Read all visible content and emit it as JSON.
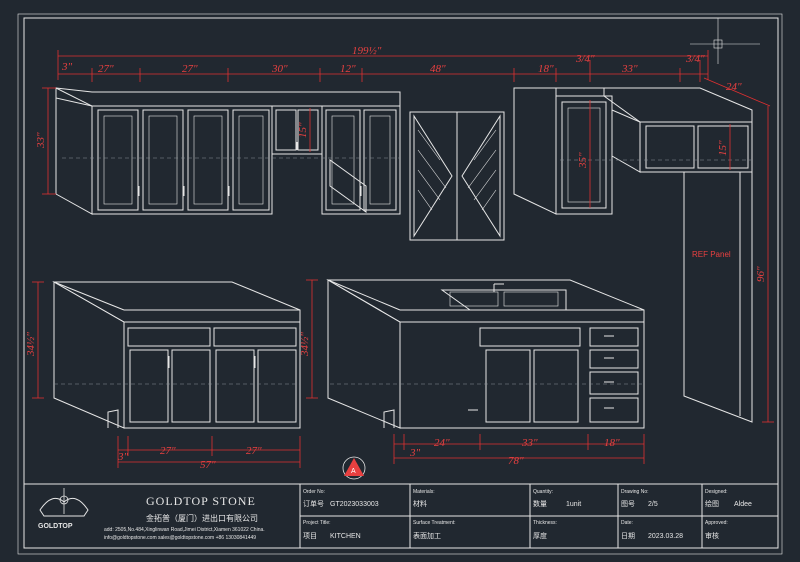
{
  "dims": {
    "total_width": "199½\"",
    "top": [
      "3\"",
      "27\"",
      "27\"",
      "30\"",
      "12\"",
      "48\"",
      "18\"",
      "33\"",
      "3/4\"",
      "3/4\""
    ],
    "upper_height": "33\"",
    "small_cab_height": "15\"",
    "right_upper_height": "35\"",
    "right_small_height": "15\"",
    "return_depth": "24\"",
    "island_height": "34½\"",
    "island_bottom": [
      "3\"",
      "27\"",
      "27\""
    ],
    "island_total": "57\"",
    "sink_height": "34½\"",
    "sink_bottom": [
      "24\"",
      "33\"",
      "18\""
    ],
    "sink_offset": "3\"",
    "sink_total": "78\"",
    "tall_height": "96\"",
    "ref_panel": "REF Panel",
    "view_marker": "A"
  },
  "title_block": {
    "brand": "GOLDTOP STONE",
    "company_cn": "金拓普（厦门）进出口有限公司",
    "logo_text": "GOLDTOP",
    "address": "add: 2505,No.484,Xinglinwan Road,Jimei District,Xiamen 361022 China.",
    "contact": "info@goldtopstone.com   sales@goldtopstone.com   +86 13030841449",
    "order_label": "Order No:",
    "order_cn": "订单号",
    "order_value": "GT2023033003",
    "project_label": "Project Title:",
    "project_cn": "项目",
    "project_value": "KITCHEN",
    "materials_label": "Materials:",
    "materials_cn": "材料",
    "surface_label": "Surface Treatment:",
    "surface_cn": "表面加工",
    "quantity_label": "Quantity:",
    "quantity_cn": "数量",
    "quantity_value": "1unit",
    "thickness_label": "Thickness:",
    "thickness_cn": "厚度",
    "drawing_label": "Drawing No:",
    "drawing_cn": "图号",
    "drawing_value": "2/5",
    "date_label": "Date:",
    "date_cn": "日期",
    "date_value": "2023.03.28",
    "designed_label": "Designed:",
    "designed_cn": "绘图",
    "designed_value": "Aldee",
    "approved_label": "Approved:",
    "approved_cn": "审核"
  }
}
